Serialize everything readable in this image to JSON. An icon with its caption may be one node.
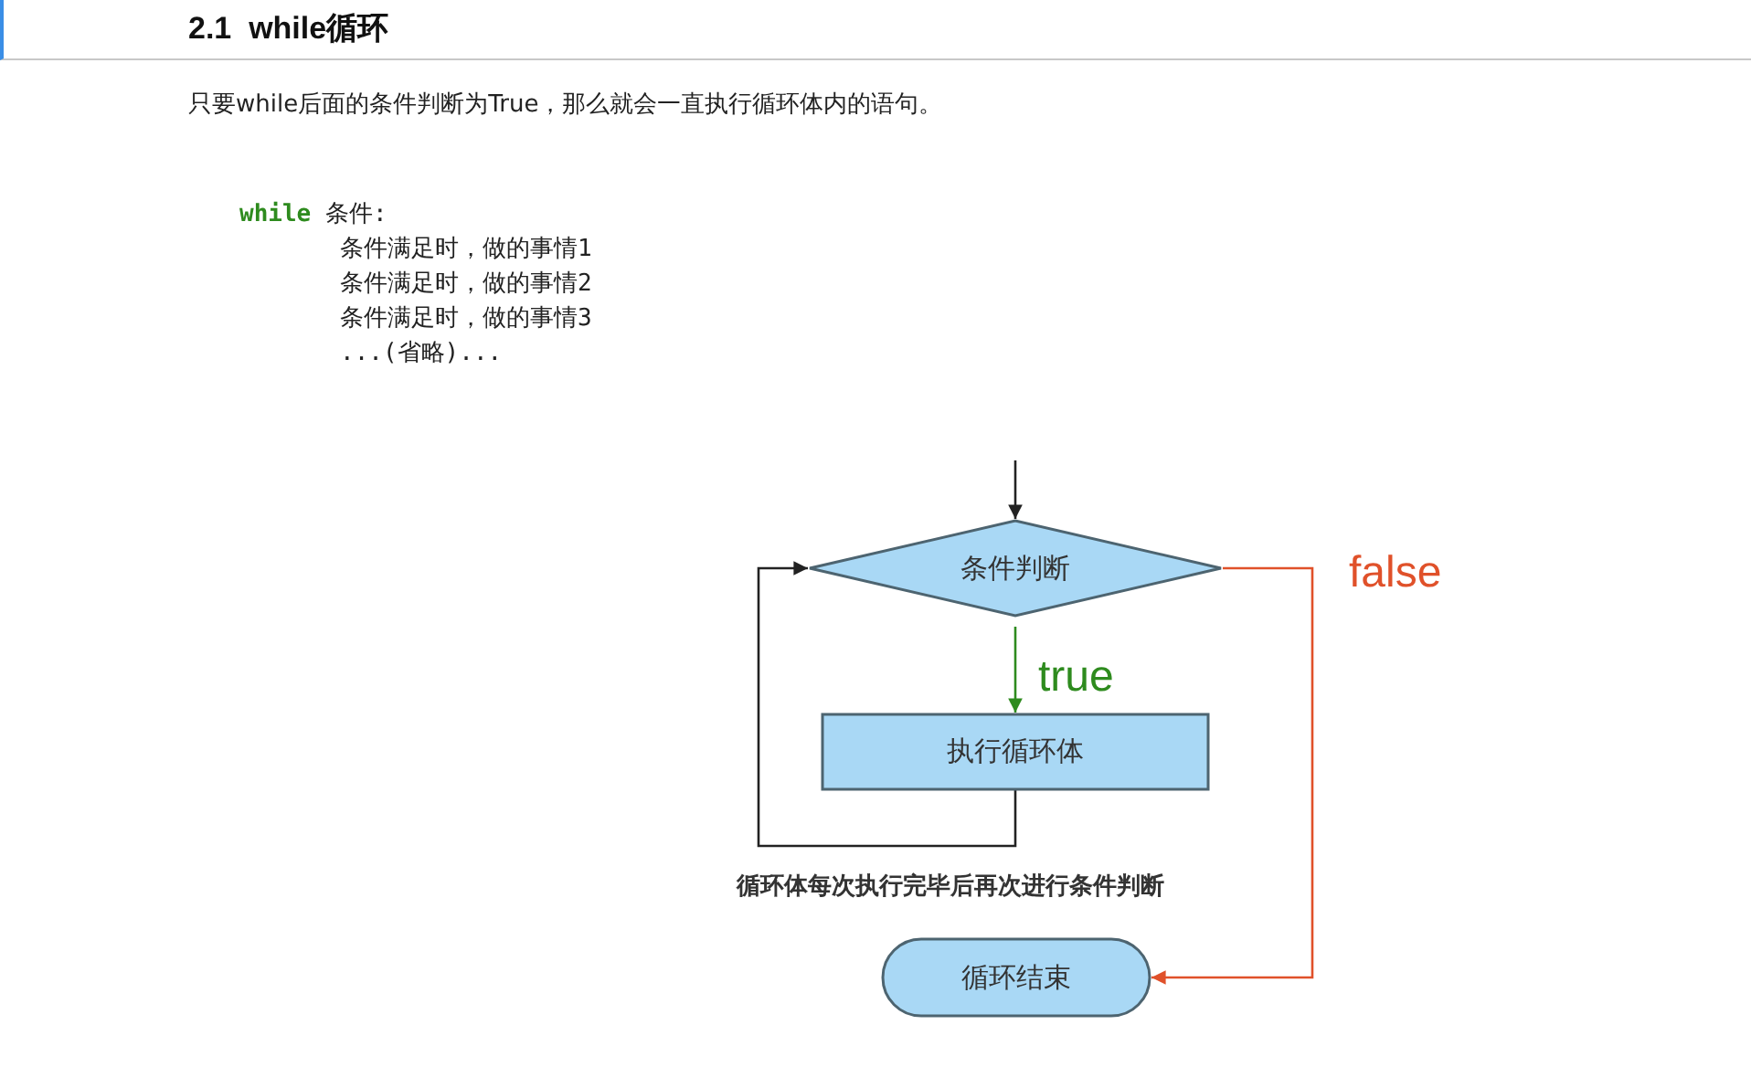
{
  "diagram": {
    "title": "2.1  while循环",
    "nodes": [
      {
        "text": [
          "条件判断"
        ]
      },
      {
        "text": [
          "执行循环体"
        ]
      },
      {
        "text": [
          "循环结束"
        ]
      }
    ],
    "edges": [
      {
        "from": null,
        "to": 0,
        "arrow": "to"
      },
      {
        "from": 0,
        "to": 1,
        "arrow": "to",
        "label": "true",
        "color": "#2e8b1e"
      },
      {
        "from": 1,
        "to": 0,
        "arrow": "to"
      },
      {
        "from": 0,
        "to": 2,
        "arrow": "to",
        "label": "false",
        "color": "#e0512a"
      }
    ],
    "labels": [
      "只要while后面的条件判断为True，那么就会一直执行循环体内的语句。",
      "**while** 条件:",
      "条件满足时，做的事情1",
      "条件满足时，做的事情2",
      "条件满足时，做的事情3",
      "...(省略)...",
      "循环体每次执行完毕后再次进行条件判断"
    ]
  }
}
